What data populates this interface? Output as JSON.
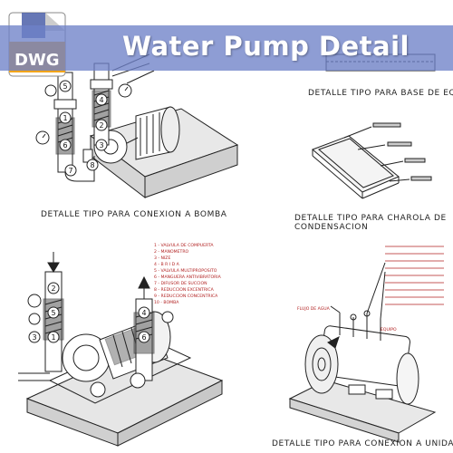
{
  "header": {
    "title": "Water Pump Detail",
    "badge": "DWG"
  },
  "colors": {
    "banner": "#7384c8",
    "badge_blue": "#4b5fa8",
    "badge_orange": "#f2a51a",
    "ink": "#222222"
  },
  "captions": {
    "top_right": "DETALLE TIPO PARA BASE DE EQUI",
    "top_left": "DETALLE TIPO PARA CONEXION A BOMBA",
    "middle_right_line1": "DETALLE TIPO PARA CHAROLA DE",
    "middle_right_line2": "CONDENSACION",
    "bottom_right": "DETALLE TIPO PARA CONEXION A UNIDAD"
  },
  "callouts_top": [
    "5",
    "1",
    "6",
    "2",
    "3",
    "4",
    "7",
    "8"
  ],
  "callouts_bottom": [
    "2",
    "5",
    "1",
    "4",
    "6",
    "3"
  ],
  "legend_bottom_left": [
    "1 - VALVULA DE COMPUERTA",
    "2 - MANOMETRO",
    "3 - NIZE",
    "4 - B R I D A",
    "5 - VALVULA MULTIPROPOSITO",
    "6 - MANGUERA ANTIVIBRATORIA",
    "7 - DIFUSOR DE SUCCION",
    "8 - REDUCCION EXCENTRICA",
    "9 - REDUCCION CONCENTRICA",
    "10 - BOMBA"
  ],
  "unit_labels": {
    "flow": "FLUJO DE AGUA",
    "equipo": "EQUIPO"
  }
}
